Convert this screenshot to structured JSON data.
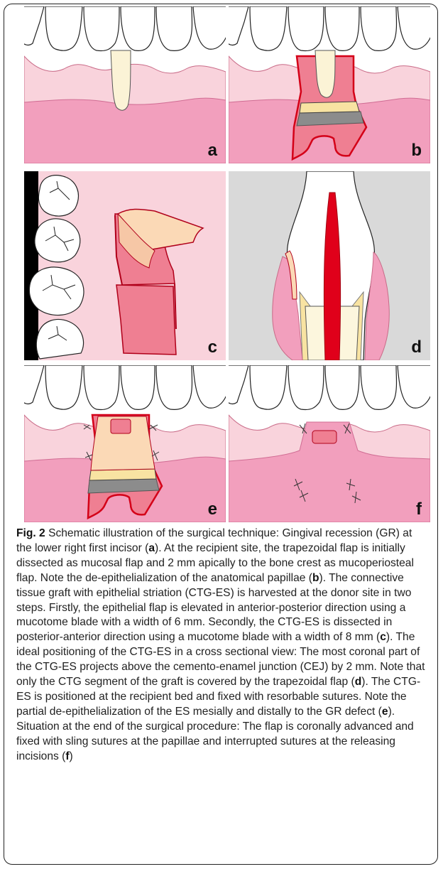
{
  "figure": {
    "panels": [
      {
        "id": "a",
        "label": "a"
      },
      {
        "id": "b",
        "label": "b"
      },
      {
        "id": "c",
        "label": "c"
      },
      {
        "id": "d",
        "label": "d"
      },
      {
        "id": "e",
        "label": "e"
      },
      {
        "id": "f",
        "label": "f"
      }
    ],
    "caption": {
      "prefix": "Fig. 2",
      "segments": [
        {
          "text": " Schematic illustration of the surgical technique: Gingival recession (GR) at the lower right first incisor (",
          "bold": false
        },
        {
          "text": "a",
          "bold": true
        },
        {
          "text": "). At the recipient site, the trapezoidal flap is initially dissected as mucosal flap and 2 mm apically to the bone crest as mucoperiosteal flap. Note the de-epithelialization of the anatomical papillae (",
          "bold": false
        },
        {
          "text": "b",
          "bold": true
        },
        {
          "text": "). The connective tissue graft with epithelial striation (CTG-ES) is harvested at the donor site in two steps. Firstly, the epithelial flap is elevated in anterior-posterior direction using a mucotome blade with a width of 6 mm. Secondly, the CTG-ES is dissected in posterior-anterior direction using a mucotome blade with a width of 8 mm (",
          "bold": false
        },
        {
          "text": "c",
          "bold": true
        },
        {
          "text": "). The ideal positioning of the CTG-ES in a cross sectional view: The most coronal part of the CTG-ES projects above the cemento-enamel junction (CEJ) by 2 mm. Note that only the CTG segment of the graft is covered by the trapezoidal flap (",
          "bold": false
        },
        {
          "text": "d",
          "bold": true
        },
        {
          "text": "). The CTG-ES is positioned at the recipient bed and fixed with resorbable sutures. Note the partial de-epithelialization of the ES mesially and distally to the GR defect (",
          "bold": false
        },
        {
          "text": "e",
          "bold": true
        },
        {
          "text": "). Situation at the end of the surgical procedure: The flap is coronally advanced and fixed with sling sutures at the papillae and interrupted sutures at the releasing incisions (",
          "bold": false
        },
        {
          "text": "f",
          "bold": true
        },
        {
          "text": ")",
          "bold": false
        }
      ]
    },
    "colors": {
      "gingiva_light": "#f9d3dc",
      "mucosa": "#f29fbd",
      "flap": "#ef7f92",
      "incision": "#d40018",
      "graft": "#fbd9b6",
      "bone": "#f8e3a2",
      "background_grey": "#d9d9d9"
    }
  }
}
